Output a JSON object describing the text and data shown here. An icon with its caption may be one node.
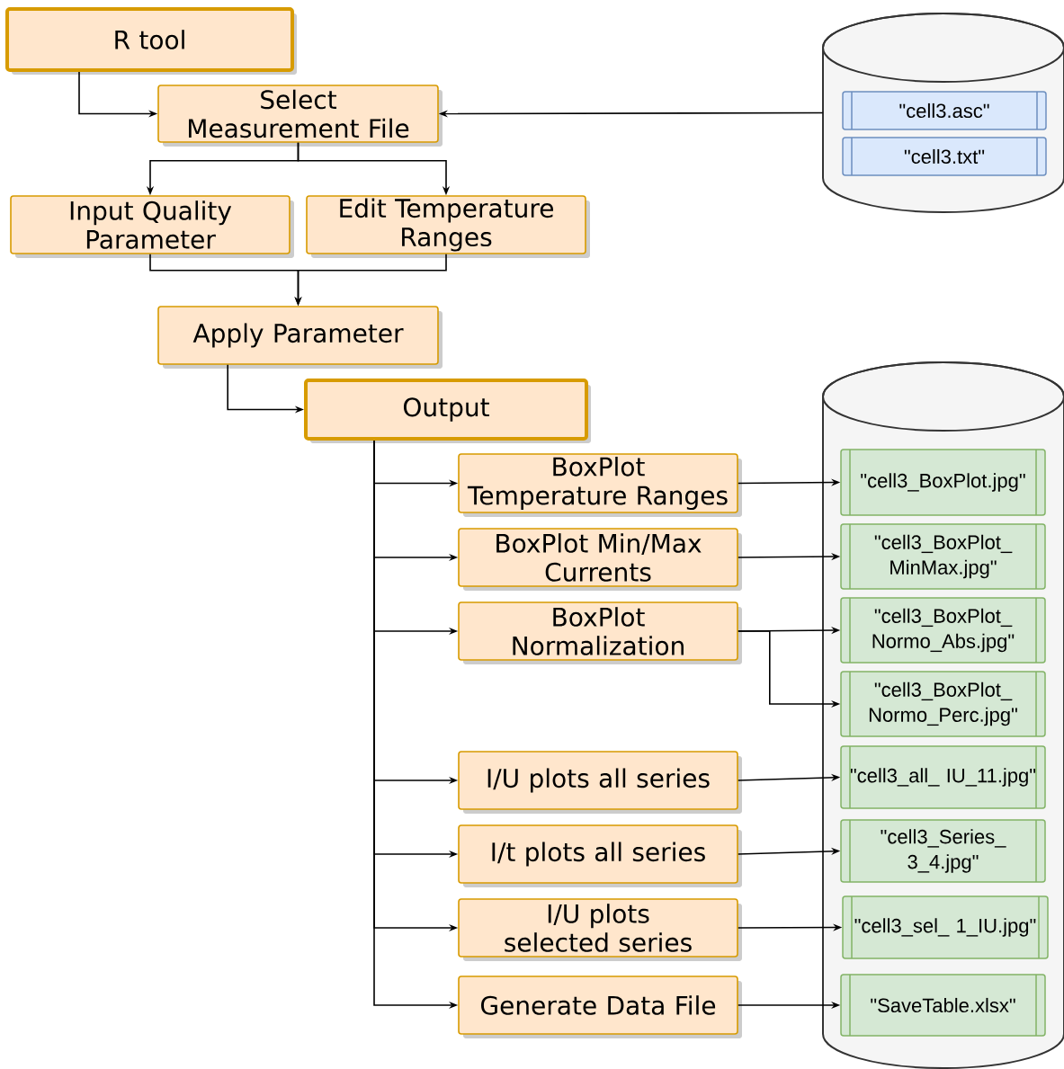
{
  "diagram": {
    "nodes": [
      {
        "text": [
          "R tool"
        ]
      },
      {
        "text": [
          "Select Measurement File"
        ]
      },
      {
        "text": [],
        "shape": "cylinder"
      },
      {
        "text": [
          "\"cell3.asc\""
        ],
        "in": 2
      },
      {
        "text": [
          "\"cell3.txt\""
        ],
        "in": 2
      },
      {
        "text": [
          "Input Quality Parameter"
        ]
      },
      {
        "text": [
          "Edit Temperature Ranges"
        ]
      },
      {
        "text": [
          "Apply Parameter"
        ]
      },
      {
        "text": [
          "Output"
        ]
      },
      {
        "text": [
          "BoxPlot Temperature Ranges"
        ]
      },
      {
        "text": [
          "BoxPlot Min/Max Currents"
        ]
      },
      {
        "text": [
          "BoxPlot Normalization"
        ]
      },
      {
        "text": [
          "I/U plots all series"
        ]
      },
      {
        "text": [
          "I/t plots all series"
        ]
      },
      {
        "text": [
          "I/U plots selected series"
        ]
      },
      {
        "text": [
          "Generate Data File"
        ]
      },
      {
        "text": [],
        "shape": "cylinder"
      },
      {
        "text": [
          "\"cell3_BoxPlot.jpg\""
        ],
        "in": 16
      },
      {
        "text": [
          "\"cell3_BoxPlot_ MinMax.jpg\""
        ],
        "in": 16
      },
      {
        "text": [
          "\"cell3_BoxPlot_ Normo_Abs.jpg\""
        ],
        "in": 16
      },
      {
        "text": [
          "\"cell3_BoxPlot_ Normo_Perc.jpg\""
        ],
        "in": 16
      },
      {
        "text": [
          "\"cell3_all_ IU_11.jpg\""
        ],
        "in": 16
      },
      {
        "text": [
          "\"cell3_Series_ 3_4.jpg\""
        ],
        "in": 16
      },
      {
        "text": [
          "\"cell3_sel_ 1_IU.jpg\""
        ],
        "in": 16
      },
      {
        "text": [
          "\"SaveTable.xlsx\""
        ],
        "in": 16
      }
    ],
    "edges": [
      {
        "from": 0,
        "to": 1,
        "arrow": "to"
      },
      {
        "from": 2,
        "to": 1,
        "arrow": "to"
      },
      {
        "from": 1,
        "to": 5,
        "arrow": "to"
      },
      {
        "from": 1,
        "to": 6,
        "arrow": "to"
      },
      {
        "from": 5,
        "to": 7,
        "arrow": "to"
      },
      {
        "from": 6,
        "to": 7,
        "arrow": "to"
      },
      {
        "from": 7,
        "to": 8,
        "arrow": "to"
      },
      {
        "from": 8,
        "to": 9,
        "arrow": "to"
      },
      {
        "from": 8,
        "to": 10,
        "arrow": "to"
      },
      {
        "from": 8,
        "to": 11,
        "arrow": "to"
      },
      {
        "from": 8,
        "to": 12,
        "arrow": "to"
      },
      {
        "from": 8,
        "to": 13,
        "arrow": "to"
      },
      {
        "from": 8,
        "to": 14,
        "arrow": "to"
      },
      {
        "from": 8,
        "to": 15,
        "arrow": "to"
      },
      {
        "from": 9,
        "to": 17,
        "arrow": "to"
      },
      {
        "from": 10,
        "to": 18,
        "arrow": "to"
      },
      {
        "from": 11,
        "to": 19,
        "arrow": "to"
      },
      {
        "from": 11,
        "to": 20,
        "arrow": "to"
      },
      {
        "from": 12,
        "to": 21,
        "arrow": "to"
      },
      {
        "from": 13,
        "to": 22,
        "arrow": "to"
      },
      {
        "from": 14,
        "to": 23,
        "arrow": "to"
      },
      {
        "from": 15,
        "to": 24,
        "arrow": "to"
      }
    ]
  }
}
